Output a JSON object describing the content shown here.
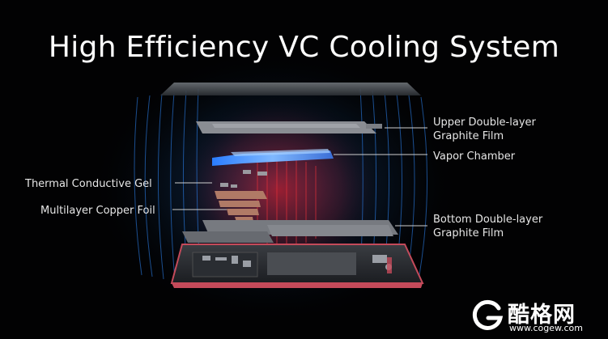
{
  "title": "High Efficiency VC Cooling System",
  "labels": {
    "upper_graphite": [
      "Upper Double-layer",
      "Graphite Film"
    ],
    "vapor_chamber": "Vapor Chamber",
    "thermal_gel": "Thermal Conductive Gel",
    "copper_foil": "Multilayer Copper Foil",
    "bottom_graphite": [
      "Bottom Double-layer",
      "Graphite Film"
    ]
  },
  "watermark": {
    "brand": "酷格网",
    "url": "www.cogew.com",
    "icon": "g-logo-icon"
  },
  "colors": {
    "background": "#000000",
    "glow_blue": "#2a8cff",
    "glow_red": "#c4121a",
    "vapor_chamber": "#3f8fff",
    "copper": "#b07a66",
    "graphite": "#8a8d93",
    "phone_frame": "#c44a5a"
  }
}
